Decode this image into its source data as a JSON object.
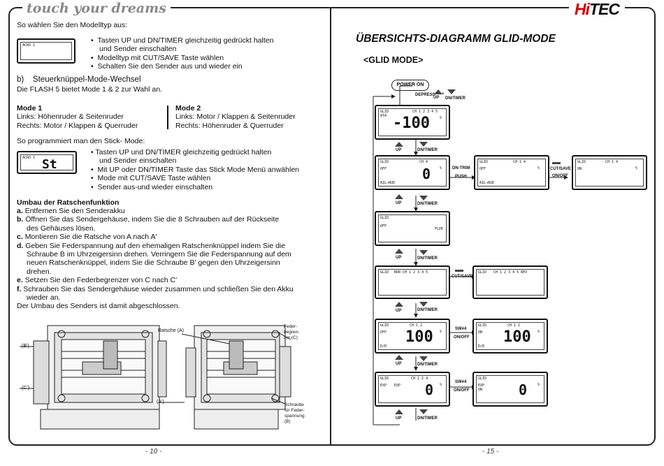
{
  "header": {
    "brand": "touch your dreams",
    "logo_part1": "Hi",
    "logo_part2": "TEC"
  },
  "left": {
    "intro": "So wählen Sie den Modelltyp aus:",
    "model_steps": [
      "Tasten UP und DN/TIMER gleichzeitig gedrückt halten",
      "und Sender einschalten",
      "Modelltyp mit CUT/SAVE Taste wählen",
      "Schalten Sie den Sender aus und wieder ein"
    ],
    "lcd1_top": "ACRO     1",
    "section_b_letter": "b)",
    "section_b_title": "Steuerknüppel-Mode-Wechsel",
    "section_b_text": "Die FLASH 5  bietet  Mode 1 & 2 zur Wahl an.",
    "mode1_title": "Mode 1",
    "mode1_line1": "Links: Höhenruder  &  Seitenruder",
    "mode1_line2": "Rechts: Motor / Klappen & Querruder",
    "mode2_title": "Mode 2",
    "mode2_line1": "Links: Motor / Klappen & Seitenruder",
    "mode2_line2": "Rechts:  Höhenruder  &  Querruder",
    "stick_intro": "So programmiert man den Stick- Mode:",
    "lcd2_top": "ACRO  1",
    "lcd2_big": "St",
    "stick_steps": [
      "Tasten UP und DN/TIMER gleichzeitig gedrückt halten",
      "und Sender einschalten",
      "Mit UP oder DN/TIMER Taste das Stick Mode Menü anwählen",
      "Mode mit CUT/SAVE Taste  wählen",
      "Sender aus-und wieder einschalten"
    ],
    "ratsch_title": "Umbau der Ratschenfunktion",
    "ratsch_steps": [
      {
        "letter": "a.",
        "text": "Entfernen Sie den Senderakku"
      },
      {
        "letter": "b.",
        "text": "Öffnen Sie das Sendergehäuse, indem Sie die 8              Schrauben auf der Rückseite"
      },
      {
        "letter": "",
        "text": "des  Gehäuses  lösen."
      },
      {
        "letter": "c.",
        "text": "Montieren Sie die Ratsche von A nach A'"
      },
      {
        "letter": "d.",
        "text": "Geben Sie Federspannung auf den ehemaligen Ratschenknüppel indem Sie die"
      },
      {
        "letter": "",
        "text": "Schraube B im Uhrzeigersinn drehen. Verringern Sie die Federspannung auf dem"
      },
      {
        "letter": "",
        "text": "neuen Ratschenknüppel, indem Sie die Schraube B' gegen den Uhrzeigersinn"
      },
      {
        "letter": "",
        "text": "drehen."
      },
      {
        "letter": "e.",
        "text": "Setzen Sie den Federbegrenzer von C nach C'"
      },
      {
        "letter": "f.",
        "text": "Schrauben Sie das Sendergehäuse wieder zusammen und schließen Sie den Akku"
      },
      {
        "letter": "",
        "text": "wieder an."
      }
    ],
    "ratsch_end": "Der Umbau des Senders ist damit abgeschlossen.",
    "fig_labels": {
      "b_prime": "(B')",
      "c_prime": "(C')",
      "a_prime": "(A')",
      "ratsche": "Ratsche (A)",
      "feder1": "Feder-",
      "feder2": "begren-",
      "feder3": "zer (C)",
      "schr1": "Schraube",
      "schr2": "für Feder-",
      "schr3": "spannung",
      "schr4": "(B)"
    },
    "page_number": "- 10 -"
  },
  "right": {
    "heading": "ÜBERSICHTS-DIAGRAMM  GLID-MODE",
    "subheading": "<GLID MODE>",
    "power_on": "POWER ON",
    "depress": "DEPRESS",
    "up": "UP",
    "plus": "+",
    "dntimer": "DN/TIMER",
    "dn_timer_label": "DN/TIMER",
    "dntrim1": "DN-TRIM",
    "dntrim2": "PUSH",
    "cutsave1": "CUT/SAVE",
    "cutsave2": "ON/OFF",
    "cutsave_plain": "CUT/SAVE",
    "sw1": "SW#4",
    "sw2": "ON/OFF",
    "lcds": {
      "l1_tl": "GLID",
      "l1_tl2": "ATA",
      "l1_ch": "CH 1 2 3 4 5",
      "l1_big": "-100",
      "l1_pct": "%",
      "l2_tl": "GLID",
      "l2_tl2": "OFF",
      "l2_ch": "CH   4",
      "l2_big": "0",
      "l2_pct": "%",
      "l2_bot": "AIL→RUD",
      "l2b_tl": "GLID",
      "l2b_tl2": "OFF",
      "l2b_ch": "CH 1   4",
      "l2b_pct": "%",
      "l2b_bot": "AIL→RUD",
      "l2c_tl": "GLID",
      "l2c_tl2": "ON",
      "l2c_ch": "CH 1   4",
      "l2c_pct": "%",
      "l3_tl": "GLID",
      "l3_tl2": "OFF",
      "l3_br": "FLPE",
      "l4_tl": "GLID",
      "l4_ch": "NOR  CH 1 2 3 4 5",
      "l4b_tl": "GLID",
      "l4b_ch": "CH 1 2 3 4 5  REV",
      "l5_tl": "GLID",
      "l5_tl2": "OFF",
      "l5_ch": "CH 1 2",
      "l5_big": "100",
      "l5_pct": "%",
      "l5_bot": "D/R",
      "l5b_tl": "GLID",
      "l5b_tl2": "ON",
      "l5b_ch": "CH 1 2",
      "l5b_big": "100",
      "l5b_pct": "%",
      "l5b_bot": "D/R",
      "l6_tl": "GLID",
      "l6_tl2": "EXP",
      "l6_ch": "CH 1 2   4",
      "l6_mid": "EXP",
      "l6_big": "0",
      "l6_pct": "%",
      "l6b_tl": "GLID",
      "l6b_tl2": "EXP",
      "l6b_ch": "ON",
      "l6b_big": "0",
      "l6b_pct": "%"
    },
    "page_number": "- 15 -"
  }
}
